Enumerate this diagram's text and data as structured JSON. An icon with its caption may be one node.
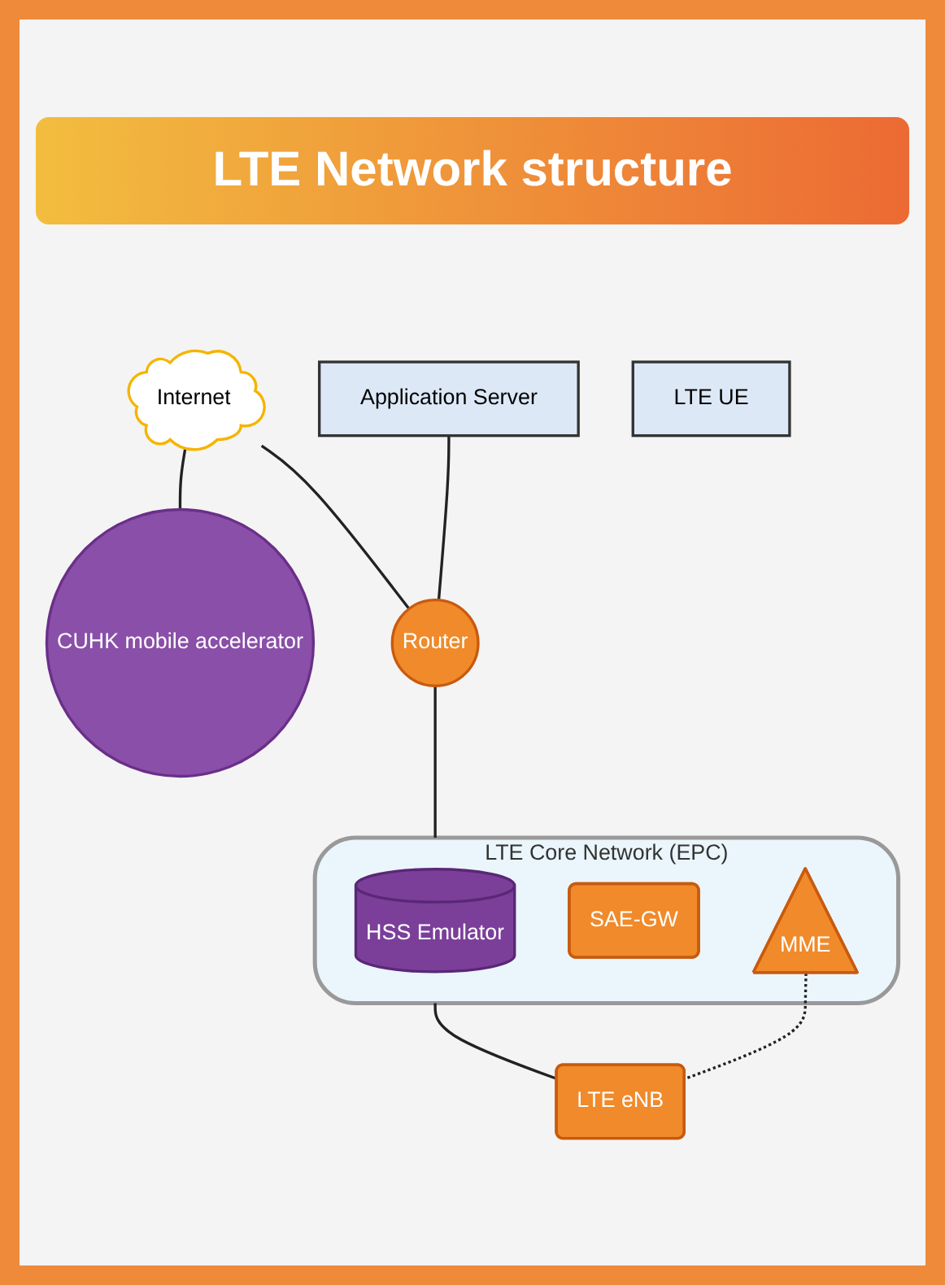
{
  "diagram": {
    "title": "LTE Network structure",
    "nodes": [
      {
        "text": [
          "Internet"
        ]
      },
      {
        "text": [
          "Application Server"
        ]
      },
      {
        "text": [
          "Router"
        ]
      },
      {
        "text": [
          "CUHK mobile accelerator"
        ]
      },
      {
        "text": [
          "LTE Core Network (EPC)"
        ]
      },
      {
        "text": [
          "HSS Emulator"
        ],
        "in": 4
      },
      {
        "text": [
          "SAE-GW"
        ],
        "in": 4
      },
      {
        "text": [
          "MME"
        ],
        "in": 4
      },
      {
        "text": [
          "LTE eNB"
        ]
      },
      {
        "text": [
          "LTE UE"
        ]
      }
    ],
    "edges": [
      {
        "from": 0,
        "to": 3,
        "arrow": "none"
      },
      {
        "from": 0,
        "to": 2,
        "arrow": "none"
      },
      {
        "from": 1,
        "to": 2,
        "arrow": "none"
      },
      {
        "from": 2,
        "to": 4,
        "arrow": "none"
      },
      {
        "from": 4,
        "to": 8,
        "arrow": "none"
      },
      {
        "from": 7,
        "to": 8,
        "arrow": "none",
        "style": "dashed"
      }
    ]
  }
}
